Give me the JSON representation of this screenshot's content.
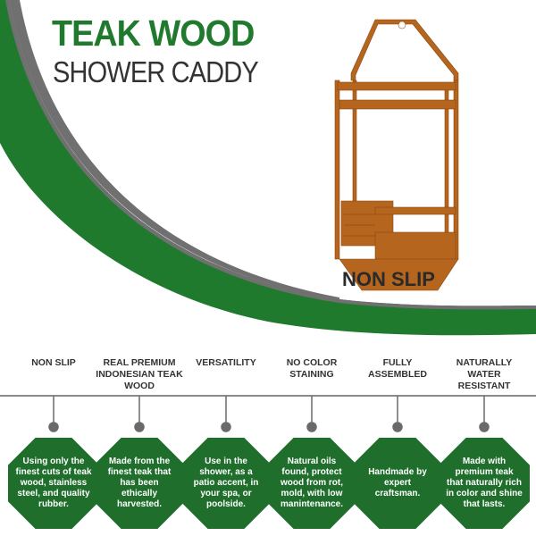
{
  "header": {
    "title_line1": "TEAK WOOD",
    "title_line2": "SHOWER CADDY"
  },
  "product": {
    "caption": "NON SLIP",
    "image_icon": "teak-shower-caddy"
  },
  "colors": {
    "brand_green": "#1f7a2e",
    "octagon_green": "#1f6e2c",
    "gray": "#707070",
    "wood": "#b5651d"
  },
  "features": [
    {
      "title": "NON SLIP",
      "description": "Using only the finest cuts of teak wood, stainless steel, and quality rubber."
    },
    {
      "title": "REAL PREMIUM INDONESIAN TEAK WOOD",
      "description": "Made from the finest teak that has been ethically harvested."
    },
    {
      "title": "VERSATILITY",
      "description": "Use in the shower, as a patio accent, in your spa, or poolside."
    },
    {
      "title": "NO COLOR STAINING",
      "description": "Natural oils found, protect wood from rot, mold, with low manintenance."
    },
    {
      "title": "FULLY ASSEMBLED",
      "description": "Handmade by expert craftsman."
    },
    {
      "title": "NATURALLY WATER RESISTANT",
      "description": "Made with premium teak that naturally rich in color and shine that lasts."
    }
  ]
}
